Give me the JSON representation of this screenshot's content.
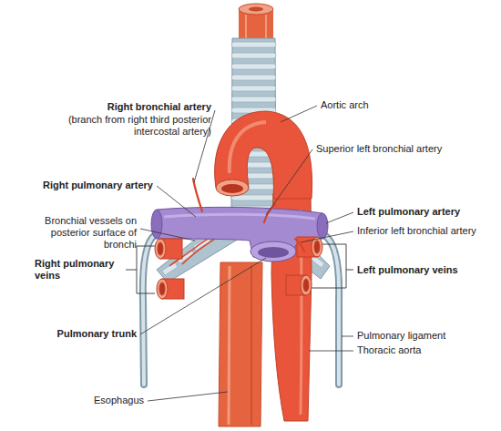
{
  "diagram": {
    "labels": [
      "Right bronchial artery",
      "(branch from right third posterior intercostal artery)",
      "Aortic arch",
      "Superior left bronchial artery",
      "Right pulmonary artery",
      "Left pulmonary artery",
      "Bronchial vessels on posterior surface of bronchi",
      "Inferior left bronchial artery",
      "Right pulmonary veins",
      "Left pulmonary veins",
      "Pulmonary trunk",
      "Pulmonary ligament",
      "Thoracic aorta",
      "Esophagus"
    ]
  }
}
